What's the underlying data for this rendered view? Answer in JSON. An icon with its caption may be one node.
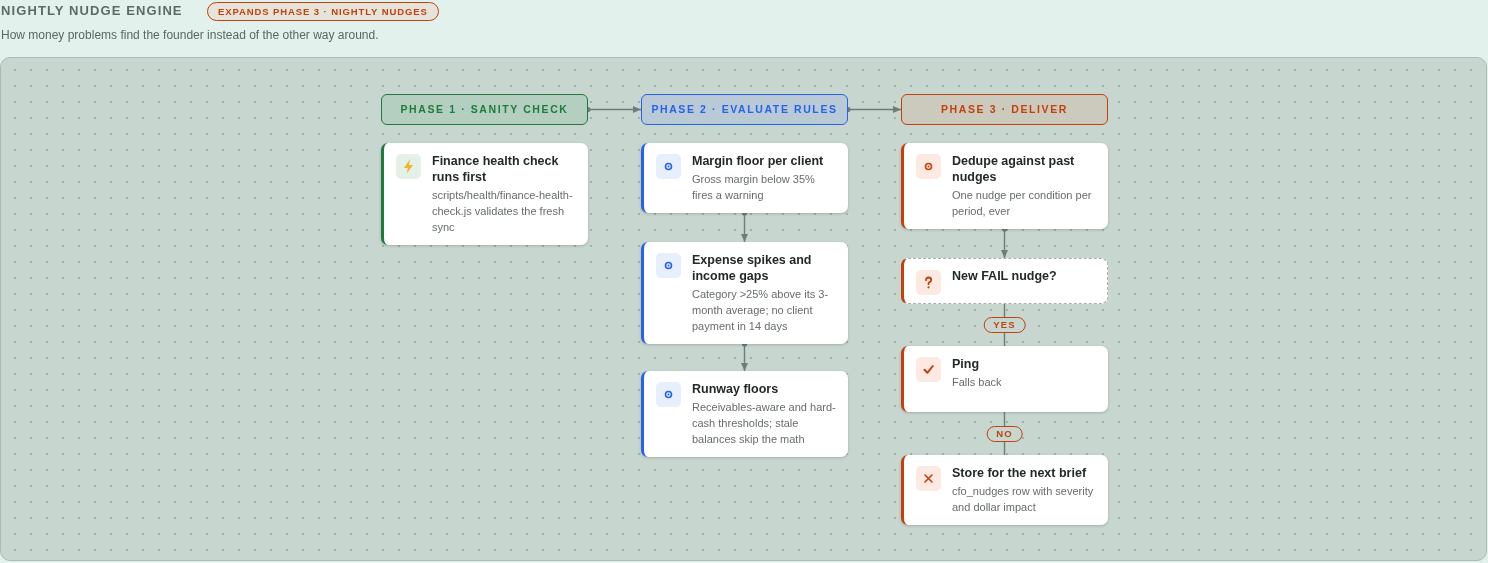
{
  "diagram": {
    "title": "NIGHTLY NUDGE ENGINE",
    "caption": "How money problems find the founder instead of the other way around.",
    "nodes": [
      {
        "text": [
          "PHASE 1 · SANITY CHECK"
        ]
      },
      {
        "text": [
          "Finance health check runs first",
          "scripts/health/finance-health-check.js validates the fresh sync"
        ]
      },
      {
        "text": [
          "PHASE 2 · EVALUATE RULES"
        ]
      },
      {
        "text": [
          "Margin floor per client",
          "Gross margin below 35% fires a warning"
        ]
      },
      {
        "text": [
          "Expense spikes and income gaps",
          "Category >25% above its 3-month average; no client payment in 14 days"
        ]
      },
      {
        "text": [
          "Runway floors",
          "Receivables-aware and hard-cash thresholds; stale balances skip the math"
        ]
      },
      {
        "text": [
          "PHASE 3 · DELIVER"
        ]
      },
      {
        "text": [
          "Dedupe against past nudges",
          "One nudge per condition per period, ever"
        ]
      },
      {
        "text": [
          "New FAIL nudge?"
        ]
      },
      {
        "text": [
          "Ping",
          "Falls back"
        ]
      },
      {
        "text": [
          "Store for the next brief",
          "cfo_nudges row with severity and dollar impact"
        ]
      }
    ],
    "edges": [
      {
        "from": 0,
        "to": 2,
        "arrow": "to"
      },
      {
        "from": 2,
        "to": 6,
        "arrow": "to"
      },
      {
        "from": 3,
        "to": 4,
        "arrow": "to"
      },
      {
        "from": 4,
        "to": 5,
        "arrow": "to"
      },
      {
        "from": 7,
        "to": 8,
        "arrow": "to"
      },
      {
        "from": 8,
        "to": 9,
        "label": "YES",
        "arrow": "none"
      },
      {
        "from": 9,
        "to": 10,
        "label": "NO",
        "arrow": "none"
      }
    ],
    "labels": [
      "EXPANDS PHASE 3 · NIGHTLY NUDGES"
    ]
  }
}
